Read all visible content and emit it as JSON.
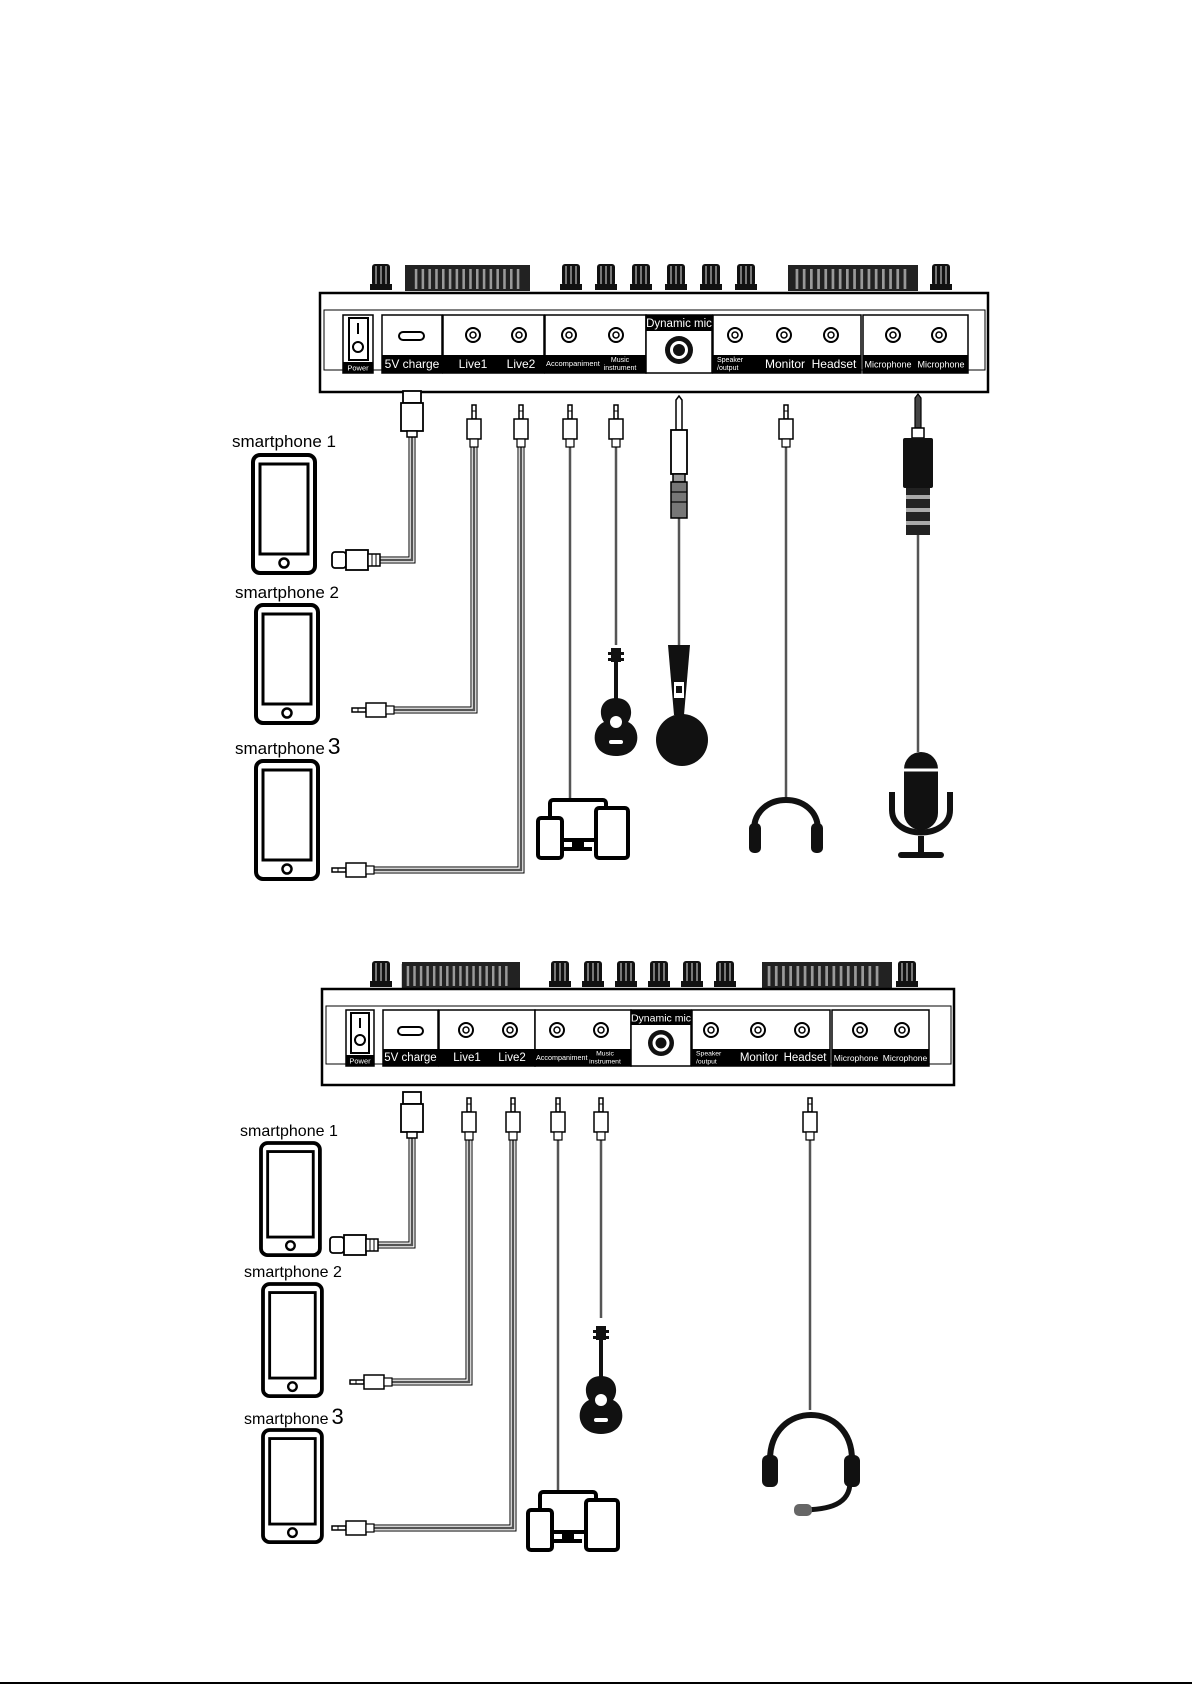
{
  "panel": {
    "power": "Power",
    "charge": "5V charge",
    "live1": "Live1",
    "live2": "Live2",
    "accompaniment": "Accompaniment",
    "music_l1": "Music",
    "music_l2": "instrument",
    "dynamic_mic": "Dynamic mic",
    "speaker_l1": "Speaker",
    "speaker_l2": "/output",
    "monitor": "Monitor",
    "headset": "Headset",
    "microphone1": "Microphone",
    "microphone2": "Microphone"
  },
  "phones": {
    "phone1": "smartphone 1",
    "phone2": "smartphone 2",
    "phone3_text": "smartphone",
    "phone3_num": "3"
  },
  "icons": [
    "guitar-icon",
    "handheld-mic-icon",
    "devices-icon",
    "headphones-icon",
    "studio-mic-icon",
    "headset-icon",
    "smartphone-icon",
    "usb-c-plug-icon",
    "aux-plug-icon",
    "quarter-inch-plug-icon"
  ],
  "colors": {
    "ink": "#000000",
    "paper": "#ffffff",
    "cable": "#555555"
  }
}
